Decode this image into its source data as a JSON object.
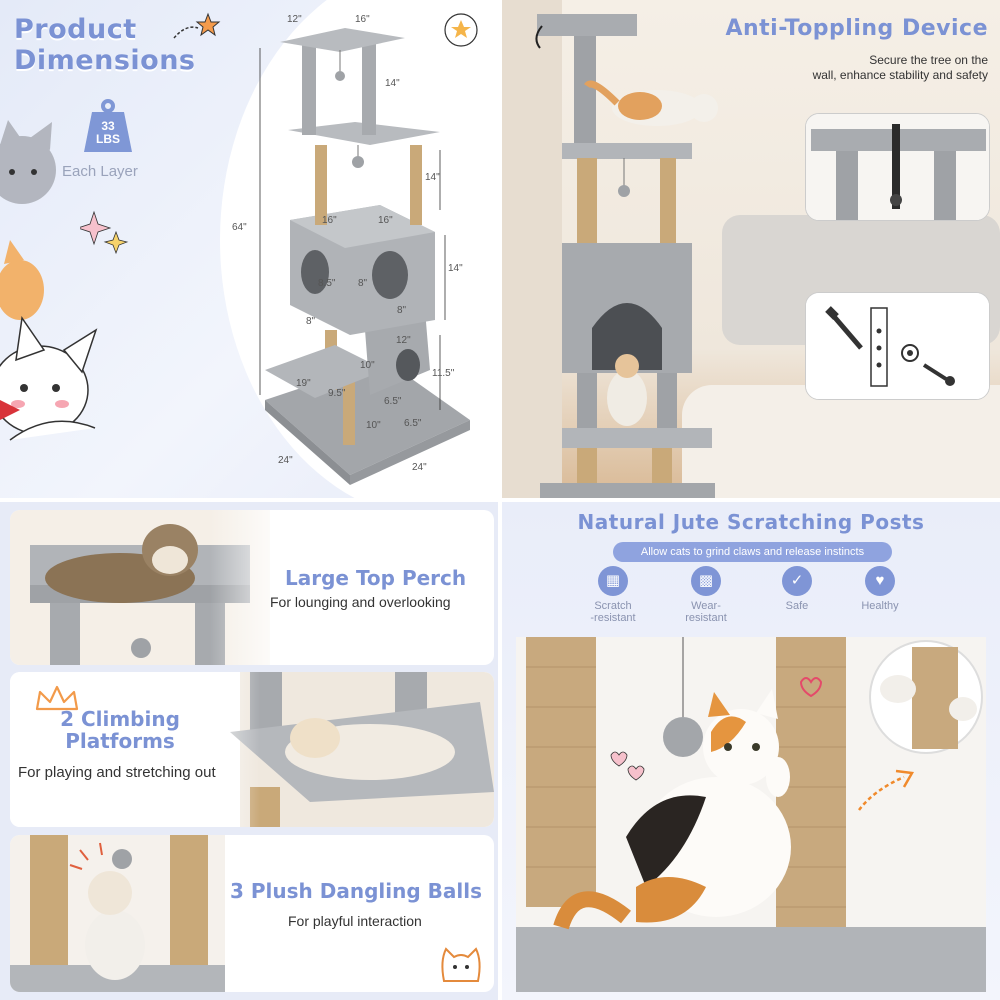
{
  "dimensions": {
    "title_line1": "Product",
    "title_line2": "Dimensions",
    "weight_value": "33",
    "weight_unit": "LBS",
    "weight_note": "Each Layer",
    "labels": {
      "top_w1": "12\"",
      "top_w2": "16\"",
      "h1": "14\"",
      "h2": "14\"",
      "h3": "14\"",
      "total_height": "64\"",
      "box_w1": "16\"",
      "box_w2": "16\"",
      "door_h": "8.5\"",
      "door_h2": "8\"",
      "door_w": "8\"",
      "gap1": "8\"",
      "low_h": "10\"",
      "small_box": "12\"",
      "side_h": "11.5\"",
      "plat_w": "19\"",
      "plat_h": "9.5\"",
      "small_door_h": "6.5\"",
      "small_door_w": "6.5\"",
      "base_post": "10\"",
      "base_w1": "24\"",
      "base_w2": "24\""
    }
  },
  "anti_topple": {
    "title": "Anti-Toppling Device",
    "desc_line1": "Secure the tree on the",
    "desc_line2": "wall, enhance stability and safety"
  },
  "features": [
    {
      "title": "Large Top Perch",
      "sub": "For lounging and overlooking"
    },
    {
      "title_line1": "2 Climbing",
      "title_line2": "Platforms",
      "sub": "For playing and stretching out"
    },
    {
      "title": "3 Plush Dangling Balls",
      "sub": "For playful interaction"
    }
  ],
  "jute": {
    "title": "Natural Jute Scratching Posts",
    "pill": "Allow cats to grind claws and release instincts",
    "items": [
      {
        "icon": "scratch-icon",
        "line1": "Scratch",
        "line2": "-resistant"
      },
      {
        "icon": "wear-icon",
        "line1": "Wear-",
        "line2": "resistant"
      },
      {
        "icon": "shield-icon",
        "line1": "Safe",
        "line2": ""
      },
      {
        "icon": "heart-icon",
        "line1": "Healthy",
        "line2": ""
      }
    ]
  },
  "colors": {
    "accent": "#7b92d4",
    "plush": "#a9acb0",
    "jute": "#c8a97e"
  }
}
